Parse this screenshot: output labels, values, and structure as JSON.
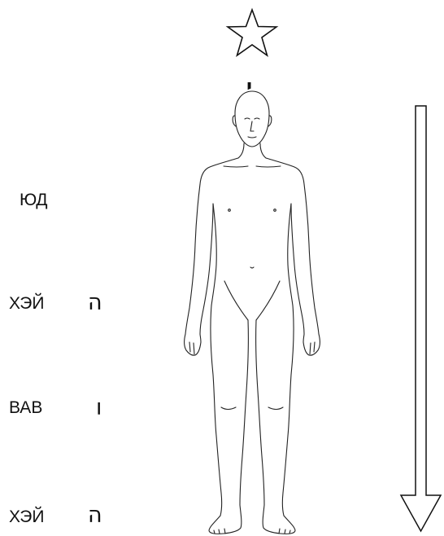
{
  "top_symbol": {
    "icon": "star-outline-icon"
  },
  "top_letter": "י",
  "rows": [
    {
      "label": "ЮД",
      "letter": ""
    },
    {
      "label": "ХЭЙ",
      "letter": "ה"
    },
    {
      "label": "ВАВ",
      "letter": "ו"
    },
    {
      "label": "ХЭЙ",
      "letter": "ה"
    }
  ],
  "arrow": {
    "direction": "down",
    "icon": "down-arrow-icon"
  },
  "figure": {
    "icon": "human-body-outline-icon"
  },
  "colors": {
    "ink": "#111111",
    "background": "#ffffff"
  }
}
